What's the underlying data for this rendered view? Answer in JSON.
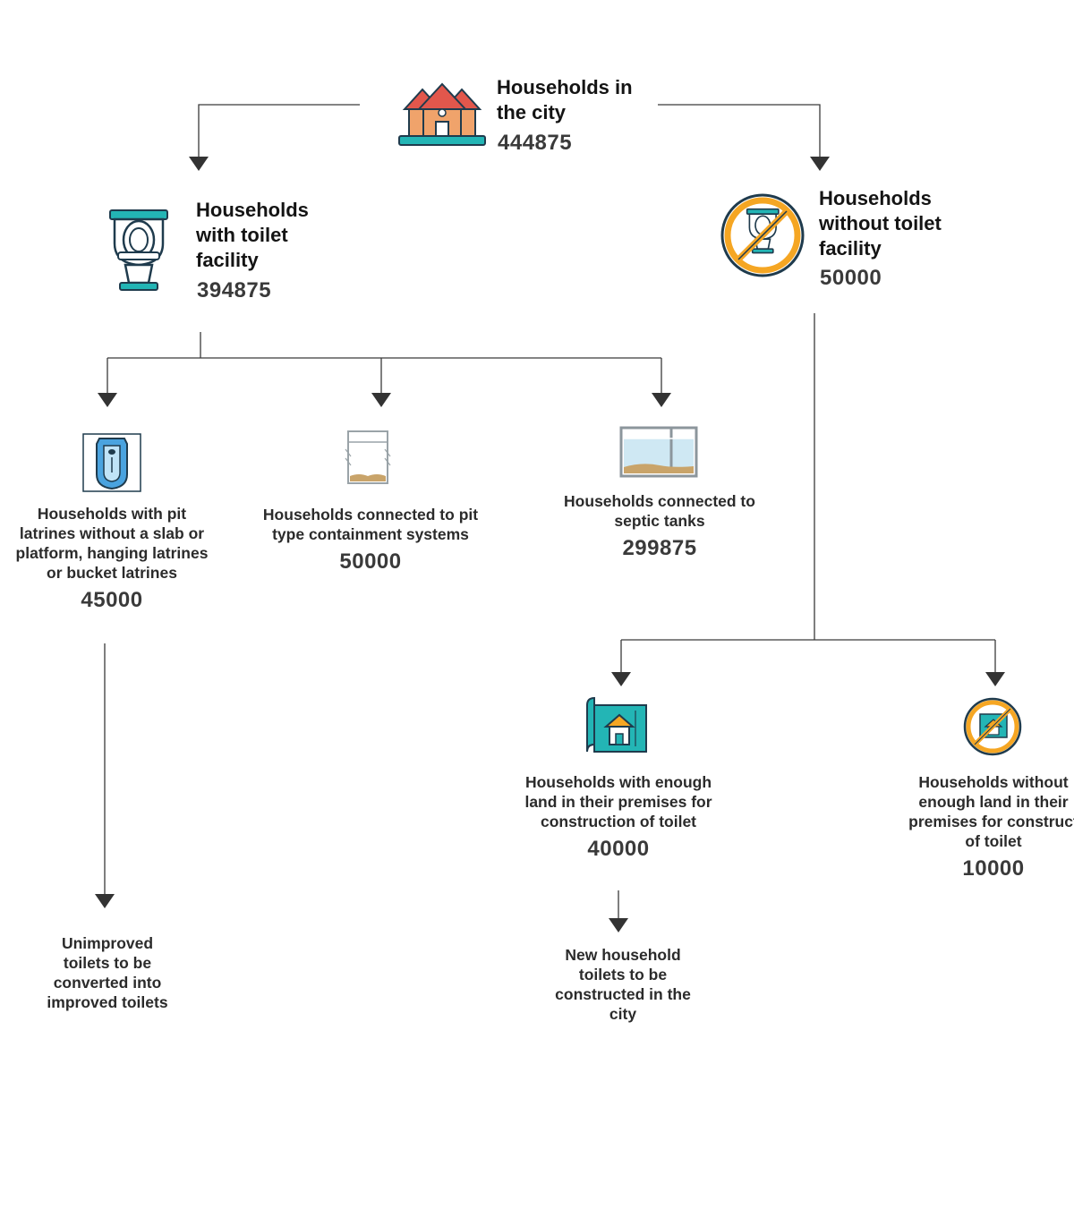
{
  "nodes": {
    "city": {
      "label_1": "Households in",
      "label_2": "the city",
      "value": "444875"
    },
    "with_toilet": {
      "label_1": "Households",
      "label_2": "with toilet",
      "label_3": "facility",
      "value": "394875"
    },
    "without_toilet": {
      "label_1": "Households",
      "label_2": "without toilet",
      "label_3": "facility",
      "value": "50000"
    },
    "pit_latrines": {
      "label_1": "Households with pit",
      "label_2": "latrines without a slab or",
      "label_3": "platform, hanging latrines",
      "label_4": "or bucket latrines",
      "value": "45000"
    },
    "pit_containment": {
      "label_1": "Households connected to pit",
      "label_2": "type containment systems",
      "value": "50000"
    },
    "septic_tanks": {
      "label_1": "Households connected to",
      "label_2": "septic tanks",
      "value": "299875"
    },
    "enough_land": {
      "label_1": "Households with enough",
      "label_2": "land in their premises for",
      "label_3": "construction of toilet",
      "value": "40000"
    },
    "no_land": {
      "label_1": "Households without",
      "label_2": "enough land in their",
      "label_3": "premises for construct",
      "label_4": "of toilet",
      "value": "10000"
    },
    "unimproved": {
      "label_1": "Unimproved",
      "label_2": "toilets to be",
      "label_3": "converted into",
      "label_4": "improved toilets"
    },
    "new_toilets": {
      "label_1": "New household",
      "label_2": "toilets to be",
      "label_3": "constructed in the",
      "label_4": "city"
    }
  },
  "icons": {
    "city": "houses-icon",
    "with_toilet": "toilet-icon",
    "without_toilet": "no-toilet-icon",
    "pit_latrines": "squat-latrine-icon",
    "pit_containment": "pit-containment-icon",
    "septic_tanks": "septic-tank-icon",
    "enough_land": "land-blueprint-icon",
    "no_land": "no-land-icon"
  },
  "colors": {
    "line": "#3a3a3a",
    "roof": "#e2574c",
    "wall": "#f0a36b",
    "teal": "#23b5b5",
    "dark": "#1f3b4d",
    "prohibit": "#f5a623",
    "water": "#cfe8f3",
    "sludge": "#c9a46a"
  }
}
